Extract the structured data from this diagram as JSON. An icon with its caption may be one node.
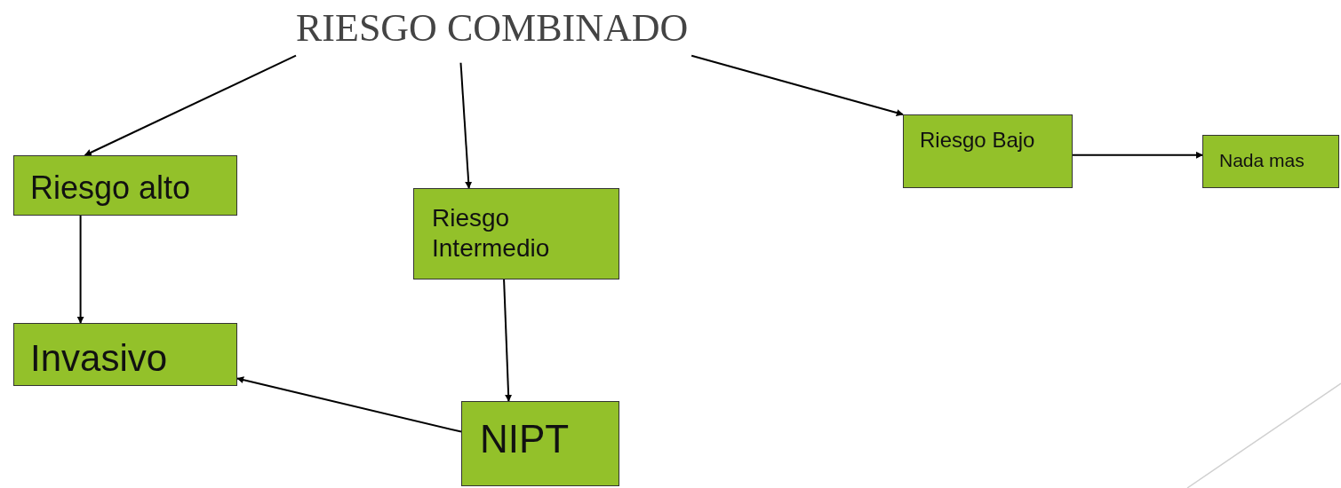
{
  "diagram": {
    "nodes": [
      {
        "text": [
          "RIESGO COMBINADO"
        ]
      },
      {
        "text": [
          "Riesgo alto"
        ]
      },
      {
        "text": [
          "Riesgo Intermedio"
        ]
      },
      {
        "text": [
          "Riesgo Bajo"
        ]
      },
      {
        "text": [
          "Nada mas"
        ]
      },
      {
        "text": [
          "Invasivo"
        ]
      },
      {
        "text": [
          "NIPT"
        ]
      }
    ],
    "edges": [
      {
        "from": 0,
        "to": 1,
        "arrow": "to"
      },
      {
        "from": 0,
        "to": 2,
        "arrow": "to"
      },
      {
        "from": 0,
        "to": 3,
        "arrow": "to"
      },
      {
        "from": 3,
        "to": 4,
        "arrow": "to"
      },
      {
        "from": 1,
        "to": 5,
        "arrow": "to"
      },
      {
        "from": 2,
        "to": 6,
        "arrow": "to"
      },
      {
        "from": 6,
        "to": 5,
        "arrow": "to"
      }
    ]
  }
}
